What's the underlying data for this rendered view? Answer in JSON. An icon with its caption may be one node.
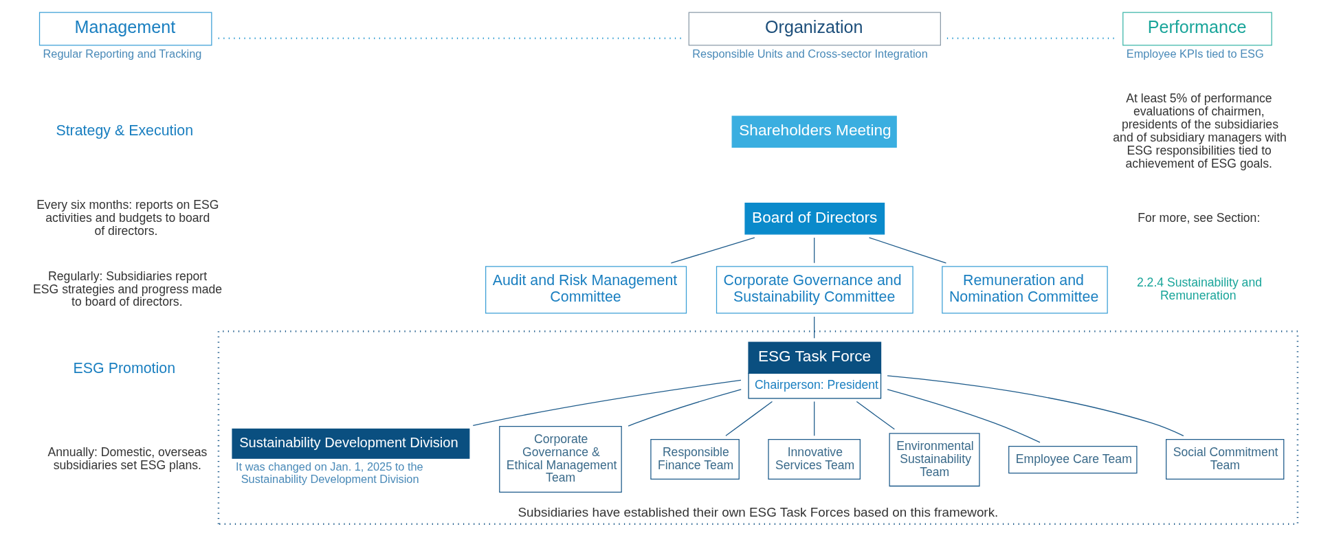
{
  "diagram": {
    "nodes": [
      {
        "text": [
          "Management"
        ],
        "beside": [
          "Regular Reporting and Tracking"
        ]
      },
      {
        "text": [
          "Organization"
        ],
        "beside": [
          "Responsible Units and Cross-sector Integration"
        ]
      },
      {
        "text": [
          "Performance"
        ],
        "beside": [
          "Employee KPIs tied to ESG"
        ]
      },
      {
        "text": [
          "Shareholders Meeting"
        ]
      },
      {
        "text": [
          "Board of Directors"
        ]
      },
      {
        "text": [
          "Audit and Risk Management Committee"
        ]
      },
      {
        "text": [
          "Corporate Governance and Sustainability Committee"
        ]
      },
      {
        "text": [
          "Remuneration and Nomination Committee"
        ]
      },
      {
        "text": [
          "Subsidiaries have established their own ESG Task Forces based on this framework."
        ]
      },
      {
        "text": [
          "ESG Task Force",
          "Chairperson: President"
        ],
        "in": 8
      },
      {
        "text": [
          "Sustainability Development Division"
        ],
        "beside": [
          "It was changed on Jan. 1, 2025 to the Sustainability Development Division"
        ],
        "in": 8
      },
      {
        "text": [
          "Corporate Governance & Ethical Management Team"
        ],
        "in": 8
      },
      {
        "text": [
          "Responsible Finance Team"
        ],
        "in": 8
      },
      {
        "text": [
          "Innovative Services Team"
        ],
        "in": 8
      },
      {
        "text": [
          "Environmental Sustainability Team"
        ],
        "in": 8
      },
      {
        "text": [
          "Employee Care Team"
        ],
        "in": 8
      },
      {
        "text": [
          "Social Commitment Team"
        ],
        "in": 8
      }
    ],
    "edges": [
      {
        "from": 0,
        "to": 1,
        "arrow": "none",
        "style": "dashed",
        "color": "#2a9ad0"
      },
      {
        "from": 1,
        "to": 2,
        "arrow": "none",
        "style": "dashed",
        "color": "#2a9ad0"
      },
      {
        "from": 4,
        "to": 5,
        "arrow": "none"
      },
      {
        "from": 4,
        "to": 6,
        "arrow": "none"
      },
      {
        "from": 4,
        "to": 7,
        "arrow": "none"
      },
      {
        "from": 6,
        "to": 9,
        "arrow": "none"
      },
      {
        "from": 9,
        "to": 10,
        "arrow": "none"
      },
      {
        "from": 9,
        "to": 11,
        "arrow": "none"
      },
      {
        "from": 9,
        "to": 12,
        "arrow": "none"
      },
      {
        "from": 9,
        "to": 13,
        "arrow": "none"
      },
      {
        "from": 9,
        "to": 14,
        "arrow": "none"
      },
      {
        "from": 9,
        "to": 15,
        "arrow": "none"
      },
      {
        "from": 9,
        "to": 16,
        "arrow": "none"
      }
    ],
    "labels": [
      "Strategy & Execution",
      "Every six months: reports on ESG activities and budgets to board of directors.",
      "Regularly: Subsidiaries report ESG strategies and progress made to board of directors.",
      "ESG Promotion",
      "Annually: Domestic, overseas subsidiaries set ESG plans.",
      "At least 5% of performance evaluations of chairmen, presidents of the subsidiaries and of subsidiary managers with ESG responsibilities tied to achievement of ESG goals.",
      "For more, see Section:",
      "2.2.4 Sustainability and Remuneration"
    ]
  }
}
